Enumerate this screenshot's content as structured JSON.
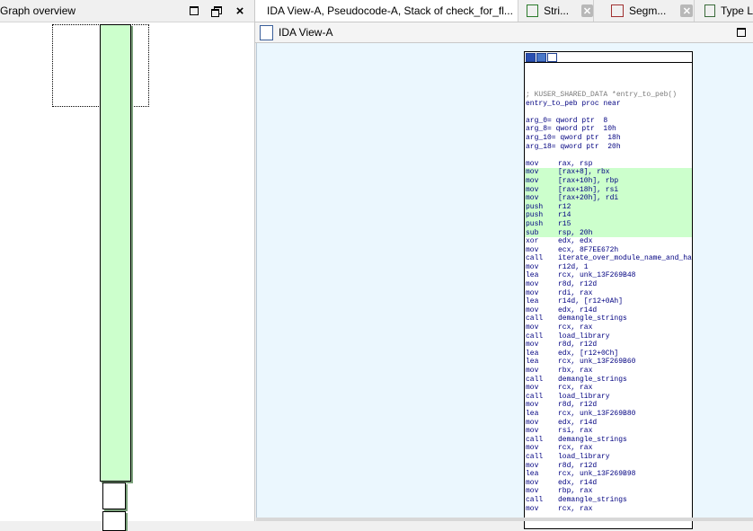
{
  "graph_overview": {
    "title": "Graph overview"
  },
  "tabs": [
    {
      "label": "IDA View-A, Pseudocode-A, Stack of check_for_fl...",
      "active": true
    },
    {
      "label": "Stri...",
      "active": false
    },
    {
      "label": "Segm...",
      "active": false
    },
    {
      "label": "Type L",
      "active": false
    }
  ],
  "view": {
    "title": "IDA View-A"
  },
  "colors": {
    "highlight": "#ccffcc",
    "graph_bg": "#ebf7fe",
    "close_active": "#e04a3b"
  },
  "code": {
    "comment": "; KUSER_SHARED_DATA *entry_to_peb()",
    "proc": "entry_to_peb proc near",
    "args": [
      "arg_0= qword ptr  8",
      "arg_8= qword ptr  10h",
      "arg_10= qword ptr  18h",
      "arg_18= qword ptr  20h"
    ],
    "instructions": [
      {
        "op": "mov",
        "args": "rax, rsp",
        "hl": false
      },
      {
        "op": "mov",
        "args": "[rax+8], rbx",
        "hl": true
      },
      {
        "op": "mov",
        "args": "[rax+10h], rbp",
        "hl": true
      },
      {
        "op": "mov",
        "args": "[rax+18h], rsi",
        "hl": true
      },
      {
        "op": "mov",
        "args": "[rax+20h], rdi",
        "hl": true
      },
      {
        "op": "push",
        "args": "r12",
        "hl": true
      },
      {
        "op": "push",
        "args": "r14",
        "hl": true
      },
      {
        "op": "push",
        "args": "r15",
        "hl": true
      },
      {
        "op": "sub",
        "args": "rsp, 20h",
        "hl": true
      },
      {
        "op": "xor",
        "args": "edx, edx",
        "hl": false
      },
      {
        "op": "mov",
        "args": "ecx, 8F7EE672h",
        "hl": false
      },
      {
        "op": "call",
        "args": "iterate_over_module_name_and_hash",
        "hl": false
      },
      {
        "op": "mov",
        "args": "r12d, 1",
        "hl": false
      },
      {
        "op": "lea",
        "args": "rcx, unk_13F269B48",
        "hl": false
      },
      {
        "op": "mov",
        "args": "r8d, r12d",
        "hl": false
      },
      {
        "op": "mov",
        "args": "rdi, rax",
        "hl": false
      },
      {
        "op": "lea",
        "args": "r14d, [r12+0Ah]",
        "hl": false
      },
      {
        "op": "mov",
        "args": "edx, r14d",
        "hl": false
      },
      {
        "op": "call",
        "args": "demangle_strings",
        "hl": false
      },
      {
        "op": "mov",
        "args": "rcx, rax",
        "hl": false
      },
      {
        "op": "call",
        "args": "load_library",
        "hl": false
      },
      {
        "op": "mov",
        "args": "r8d, r12d",
        "hl": false
      },
      {
        "op": "lea",
        "args": "edx, [r12+0Ch]",
        "hl": false
      },
      {
        "op": "lea",
        "args": "rcx, unk_13F269B60",
        "hl": false
      },
      {
        "op": "mov",
        "args": "rbx, rax",
        "hl": false
      },
      {
        "op": "call",
        "args": "demangle_strings",
        "hl": false
      },
      {
        "op": "mov",
        "args": "rcx, rax",
        "hl": false
      },
      {
        "op": "call",
        "args": "load_library",
        "hl": false
      },
      {
        "op": "mov",
        "args": "r8d, r12d",
        "hl": false
      },
      {
        "op": "lea",
        "args": "rcx, unk_13F269B80",
        "hl": false
      },
      {
        "op": "mov",
        "args": "edx, r14d",
        "hl": false
      },
      {
        "op": "mov",
        "args": "rsi, rax",
        "hl": false
      },
      {
        "op": "call",
        "args": "demangle_strings",
        "hl": false
      },
      {
        "op": "mov",
        "args": "rcx, rax",
        "hl": false
      },
      {
        "op": "call",
        "args": "load_library",
        "hl": false
      },
      {
        "op": "mov",
        "args": "r8d, r12d",
        "hl": false
      },
      {
        "op": "lea",
        "args": "rcx, unk_13F269B98",
        "hl": false
      },
      {
        "op": "mov",
        "args": "edx, r14d",
        "hl": false
      },
      {
        "op": "mov",
        "args": "rbp, rax",
        "hl": false
      },
      {
        "op": "call",
        "args": "demangle_strings",
        "hl": false
      },
      {
        "op": "mov",
        "args": "rcx, rax",
        "hl": false
      }
    ]
  }
}
